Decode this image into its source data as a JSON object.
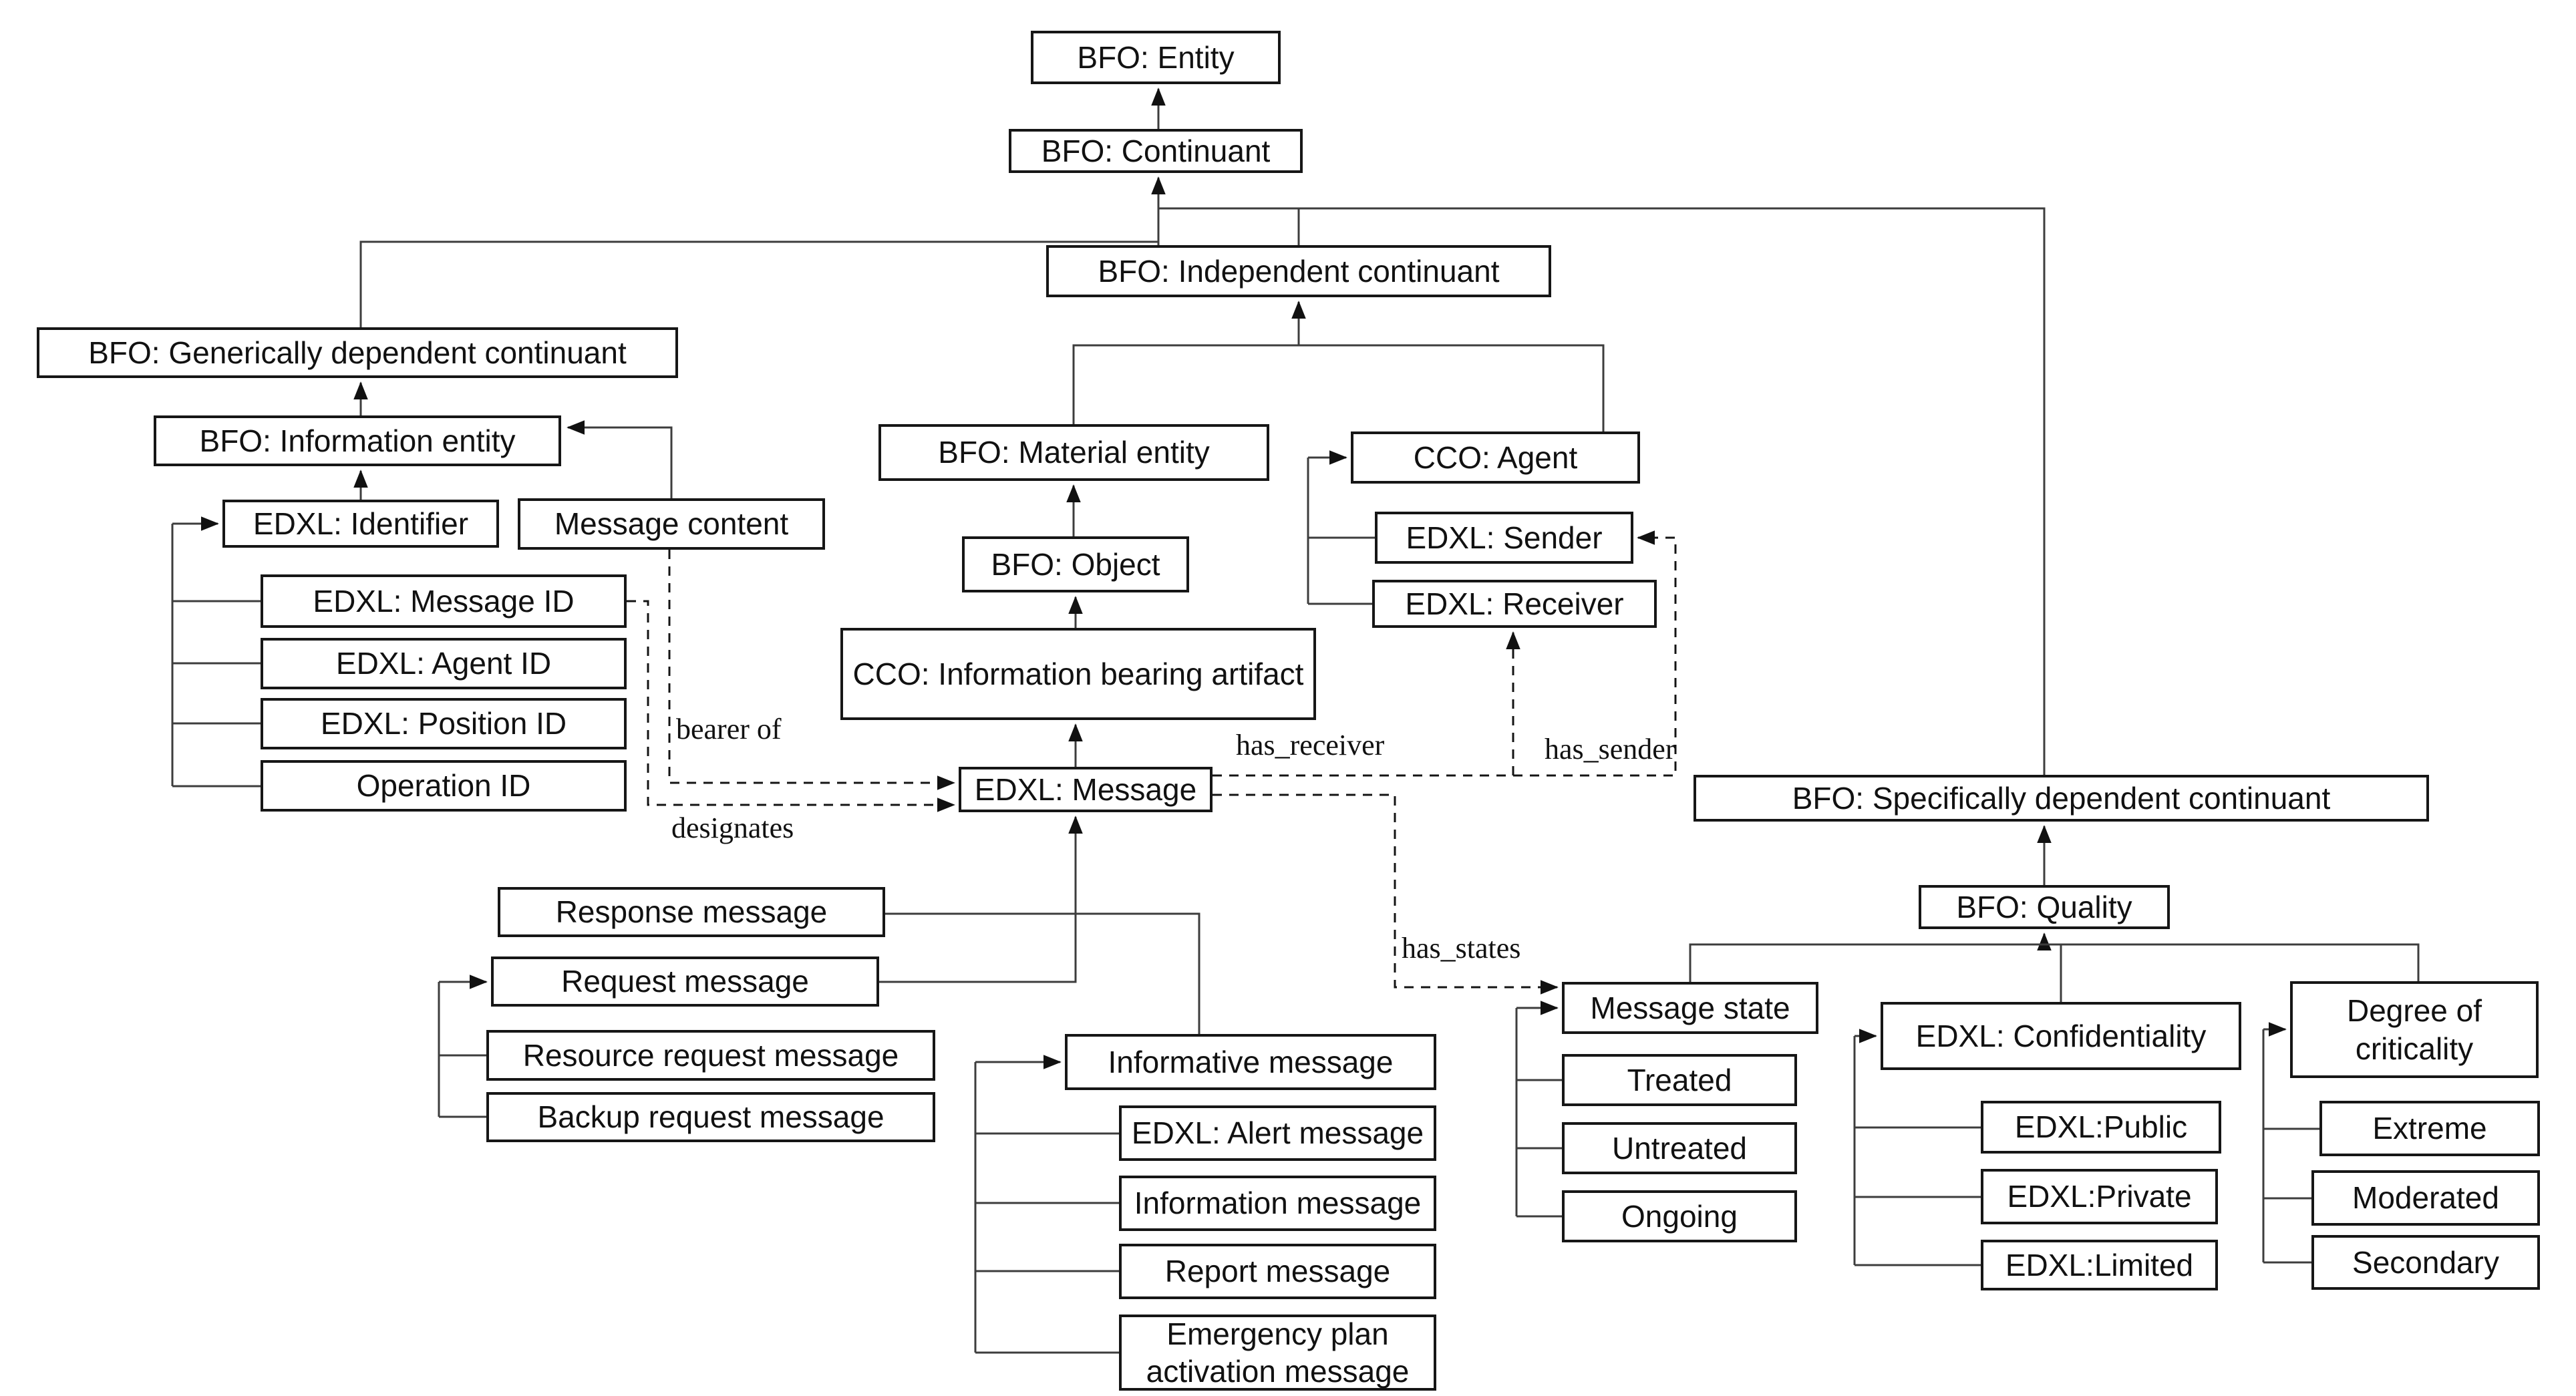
{
  "diagram": {
    "relations": {
      "bearer_of": "bearer of",
      "designates": "designates",
      "has_receiver": "has_receiver",
      "has_sender": "has_sender",
      "has_states": "has_states"
    },
    "nodes": [
      {
        "id": "bfo-entity",
        "label": "BFO: Entity"
      },
      {
        "id": "bfo-continuant",
        "label": "BFO: Continuant"
      },
      {
        "id": "bfo-independent-continuant",
        "label": "BFO: Independent continuant"
      },
      {
        "id": "bfo-generically-dependent",
        "label": "BFO: Generically dependent continuant"
      },
      {
        "id": "bfo-information-entity",
        "label": "BFO: Information entity"
      },
      {
        "id": "edxl-identifier",
        "label": "EDXL: Identifier"
      },
      {
        "id": "message-content",
        "label": "Message content"
      },
      {
        "id": "edxl-message-id",
        "label": "EDXL: Message ID"
      },
      {
        "id": "edxl-agent-id",
        "label": "EDXL: Agent ID"
      },
      {
        "id": "edxl-position-id",
        "label": "EDXL: Position ID"
      },
      {
        "id": "operation-id",
        "label": "Operation ID"
      },
      {
        "id": "bfo-material-entity",
        "label": "BFO: Material entity"
      },
      {
        "id": "bfo-object",
        "label": "BFO: Object"
      },
      {
        "id": "cco-information-bearing-artifact",
        "label": "CCO: Information bearing artifact"
      },
      {
        "id": "edxl-message",
        "label": "EDXL: Message"
      },
      {
        "id": "cco-agent",
        "label": "CCO: Agent"
      },
      {
        "id": "edxl-sender",
        "label": "EDXL: Sender"
      },
      {
        "id": "edxl-receiver",
        "label": "EDXL: Receiver"
      },
      {
        "id": "bfo-specifically-dependent",
        "label": "BFO: Specifically dependent continuant"
      },
      {
        "id": "bfo-quality",
        "label": "BFO: Quality"
      },
      {
        "id": "response-message",
        "label": "Response message"
      },
      {
        "id": "request-message",
        "label": "Request message"
      },
      {
        "id": "resource-request-message",
        "label": "Resource request message"
      },
      {
        "id": "backup-request-message",
        "label": "Backup request message"
      },
      {
        "id": "informative-message",
        "label": "Informative message"
      },
      {
        "id": "edxl-alert-message",
        "label": "EDXL: Alert message"
      },
      {
        "id": "information-message",
        "label": "Information message"
      },
      {
        "id": "report-message",
        "label": "Report message"
      },
      {
        "id": "emergency-plan-activation-message",
        "label": "Emergency plan activation message"
      },
      {
        "id": "message-state",
        "label": "Message state"
      },
      {
        "id": "treated",
        "label": "Treated"
      },
      {
        "id": "untreated",
        "label": "Untreated"
      },
      {
        "id": "ongoing",
        "label": "Ongoing"
      },
      {
        "id": "edxl-confidentiality",
        "label": "EDXL: Confidentiality"
      },
      {
        "id": "edxl-public",
        "label": "EDXL:Public"
      },
      {
        "id": "edxl-private",
        "label": "EDXL:Private"
      },
      {
        "id": "edxl-limited",
        "label": "EDXL:Limited"
      },
      {
        "id": "degree-of-criticality",
        "label": "Degree of criticality"
      },
      {
        "id": "extreme",
        "label": "Extreme"
      },
      {
        "id": "moderated",
        "label": "Moderated"
      },
      {
        "id": "secondary",
        "label": "Secondary"
      }
    ]
  }
}
